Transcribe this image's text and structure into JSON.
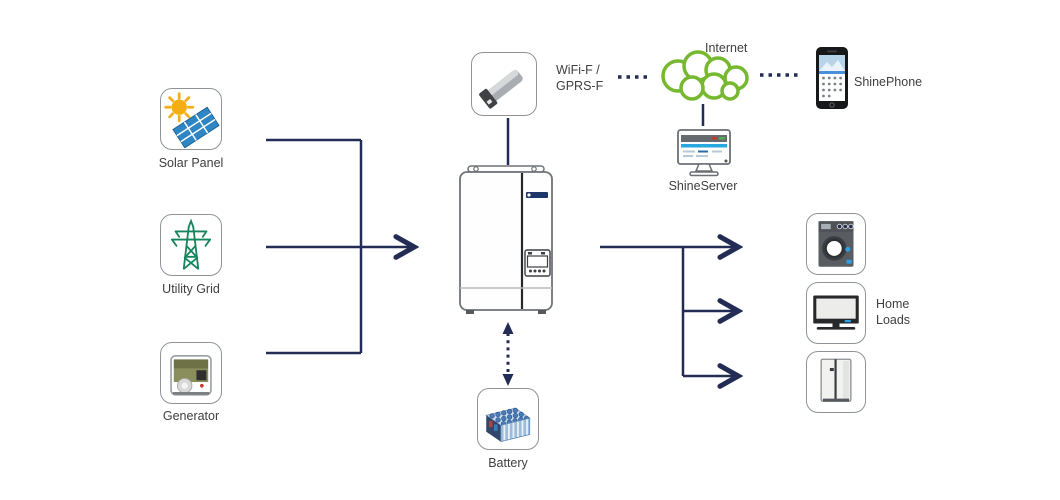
{
  "diagram": {
    "sources": [
      {
        "name": "solar-panel",
        "label": "Solar Panel"
      },
      {
        "name": "utility-grid",
        "label": "Utility Grid"
      },
      {
        "name": "generator",
        "label": "Generator"
      }
    ],
    "inverter": {
      "name": "hybrid-inverter"
    },
    "monitoring": {
      "wifi_module_label_line1": "WiFi-F /",
      "wifi_module_label_line2": "GPRS-F",
      "internet_label": "Internet",
      "shineserver_label": "ShineServer",
      "shinephone_label": "ShinePhone"
    },
    "battery_label": "Battery",
    "loads": {
      "label_line1": "Home",
      "label_line2": "Loads",
      "items": [
        "washing-machine",
        "tv",
        "refrigerator"
      ]
    },
    "icons": [
      "solar-panel-icon",
      "utility-grid-icon",
      "generator-icon",
      "inverter-icon",
      "wifi-dongle-icon",
      "internet-cloud-icon",
      "shineserver-monitor-icon",
      "shinephone-icon",
      "battery-icon",
      "washing-machine-icon",
      "tv-icon",
      "refrigerator-icon"
    ],
    "colors": {
      "wire": "#232c54",
      "cloud_green": "#76b82f",
      "label_text": "#3f3f3f"
    }
  }
}
